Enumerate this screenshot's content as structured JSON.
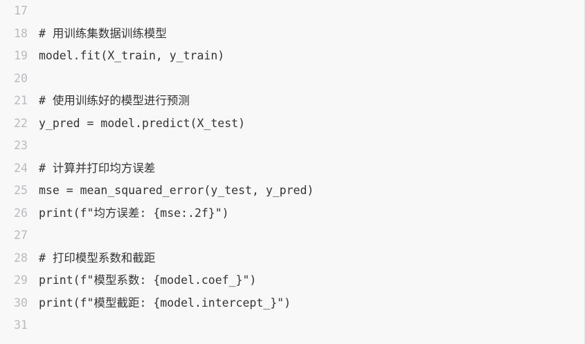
{
  "editor": {
    "lines": [
      {
        "number": "17",
        "text": ""
      },
      {
        "number": "18",
        "text": "# 用训练集数据训练模型"
      },
      {
        "number": "19",
        "text": "model.fit(X_train, y_train)"
      },
      {
        "number": "20",
        "text": ""
      },
      {
        "number": "21",
        "text": "# 使用训练好的模型进行预测"
      },
      {
        "number": "22",
        "text": "y_pred = model.predict(X_test)"
      },
      {
        "number": "23",
        "text": ""
      },
      {
        "number": "24",
        "text": "# 计算并打印均方误差"
      },
      {
        "number": "25",
        "text": "mse = mean_squared_error(y_test, y_pred)"
      },
      {
        "number": "26",
        "text": "print(f\"均方误差: {mse:.2f}\")"
      },
      {
        "number": "27",
        "text": ""
      },
      {
        "number": "28",
        "text": "# 打印模型系数和截距"
      },
      {
        "number": "29",
        "text": "print(f\"模型系数: {model.coef_}\")"
      },
      {
        "number": "30",
        "text": "print(f\"模型截距: {model.intercept_}\")"
      },
      {
        "number": "31",
        "text": ""
      }
    ]
  }
}
